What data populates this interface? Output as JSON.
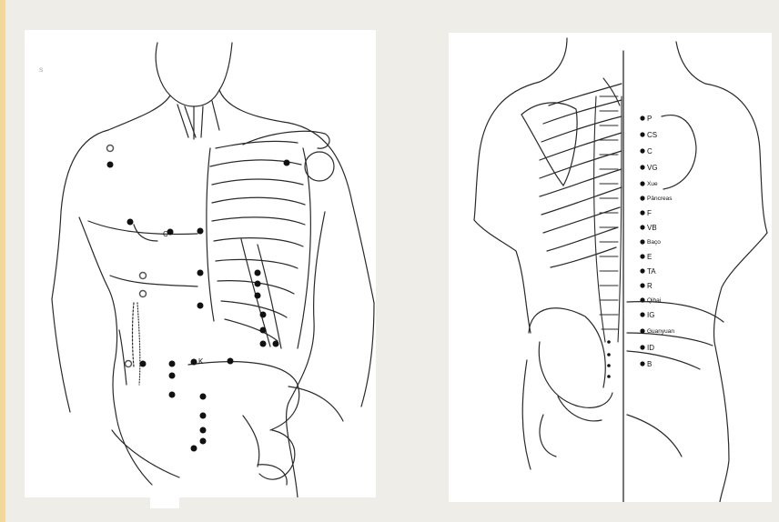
{
  "colors": {
    "background": "#efede8",
    "panel": "#ffffff",
    "line": "#2a2a2a",
    "point": "#111111",
    "accent_strip": "#f4d79a"
  },
  "front_view": {
    "labels": {
      "c": "C",
      "k": "K",
      "small_top_left": "S"
    }
  },
  "back_view": {
    "points": [
      {
        "label": "P"
      },
      {
        "label": "CS"
      },
      {
        "label": "C"
      },
      {
        "label": "VG"
      },
      {
        "label": "Xue"
      },
      {
        "label": "Pâncreas"
      },
      {
        "label": "F"
      },
      {
        "label": "VB"
      },
      {
        "label": "Baço"
      },
      {
        "label": "E"
      },
      {
        "label": "TA"
      },
      {
        "label": "R"
      },
      {
        "label": "Qihai"
      },
      {
        "label": "IG"
      },
      {
        "label": "Guanyuan"
      },
      {
        "label": "ID"
      },
      {
        "label": "B"
      }
    ]
  }
}
